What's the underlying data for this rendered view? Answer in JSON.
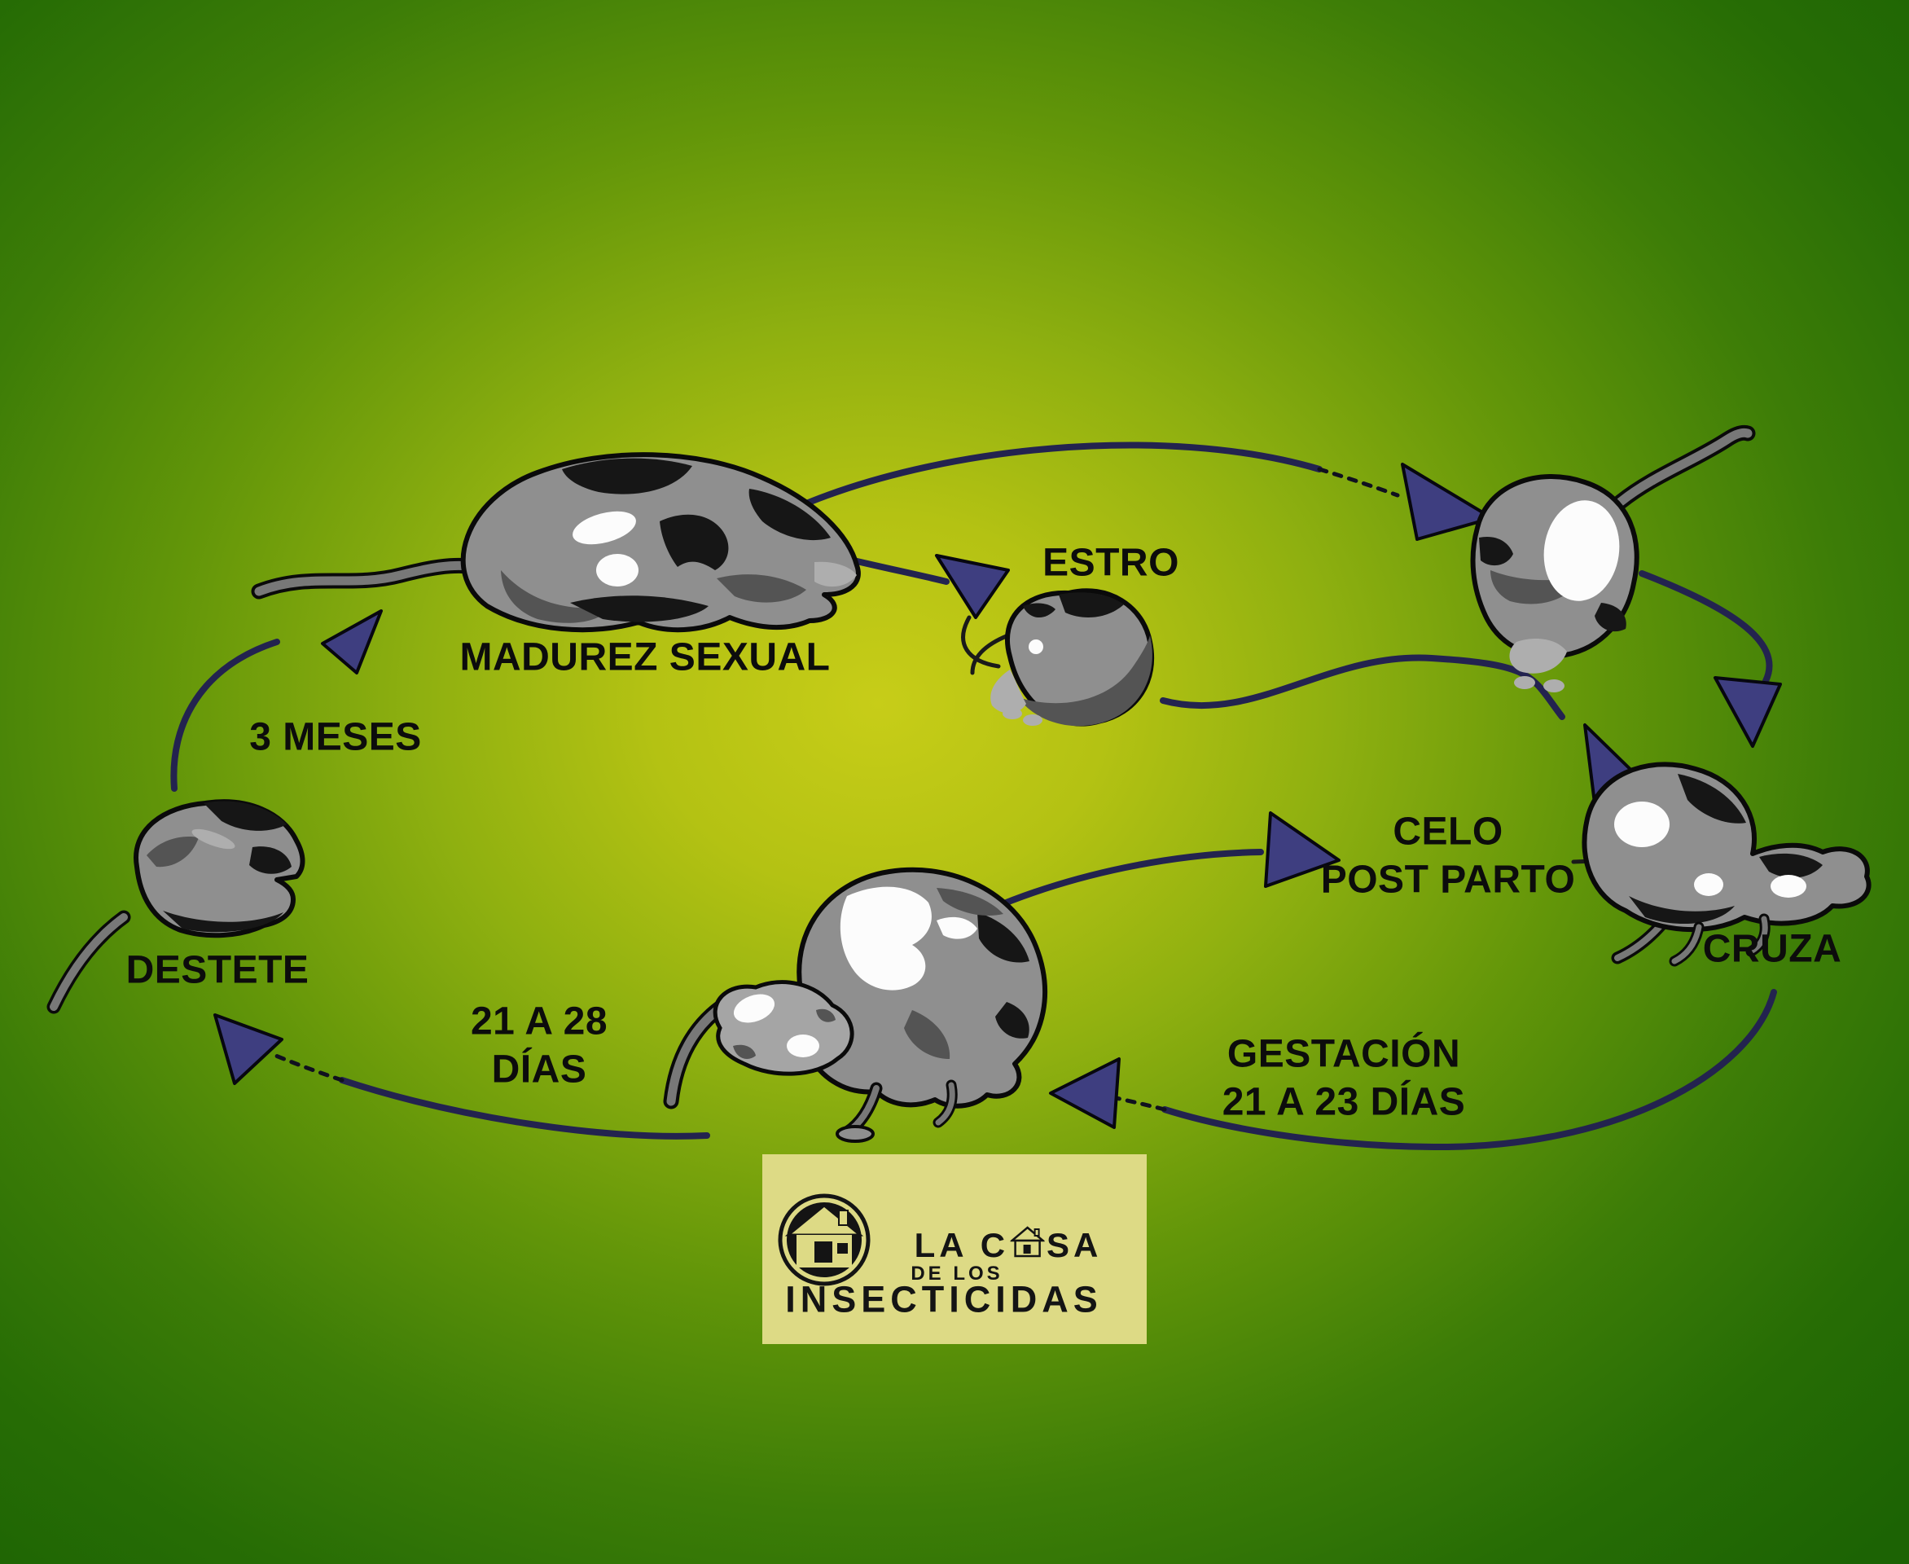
{
  "diagram": {
    "type": "cycle",
    "subject": "rat reproduction life cycle",
    "stages": [
      {
        "id": "madurez_sexual",
        "label": "MADUREZ SEXUAL"
      },
      {
        "id": "estro",
        "label": "ESTRO"
      },
      {
        "id": "cruza",
        "label": "CRUZA"
      },
      {
        "id": "celo_post_parto",
        "label": "CELO POST PARTO"
      },
      {
        "id": "parto_con_crias",
        "label": ""
      },
      {
        "id": "destete",
        "label": "DESTETE"
      }
    ],
    "transitions": [
      {
        "from": "madurez_sexual",
        "to": "estro",
        "label": ""
      },
      {
        "from": "madurez_sexual",
        "to": "cruza",
        "label": ""
      },
      {
        "from": "estro",
        "to": "cruza",
        "label": ""
      },
      {
        "from": "cruza",
        "to": "parto_con_crias",
        "label": "GESTACIÓN 21 A 23 DÍAS"
      },
      {
        "from": "parto_con_crias",
        "to": "celo_post_parto",
        "label": ""
      },
      {
        "from": "parto_con_crias",
        "to": "destete",
        "label": "21 A 28 DÍAS"
      },
      {
        "from": "destete",
        "to": "madurez_sexual",
        "label": "3 MESES"
      }
    ]
  },
  "labels": {
    "madurez_sexual": "MADUREZ SEXUAL",
    "tres_meses": "3 MESES",
    "estro": "ESTRO",
    "celo_line1": "CELO",
    "celo_line2": "POST PARTO",
    "cruza": "CRUZA",
    "gestacion_line1": "GESTACIÓN",
    "gestacion_line2": "21 A 23 DÍAS",
    "dias_line1": "21 A 28",
    "dias_line2": "DÍAS",
    "destete": "DESTETE"
  },
  "logo": {
    "name_prefix": "LA C",
    "name_suffix": "SA",
    "name_mid": "DE LOS",
    "name_bottom": "INSECTICIDAS"
  },
  "colors": {
    "background_center": "#c7cd18",
    "background_edge": "#1c6304",
    "arrow_fill": "#3e3e80",
    "arrow_line": "#23234f",
    "text": "#0c0c0c",
    "rat_gray": "#8f8f8f",
    "logo_background": "#ddda85",
    "logo_ink": "#141414"
  }
}
